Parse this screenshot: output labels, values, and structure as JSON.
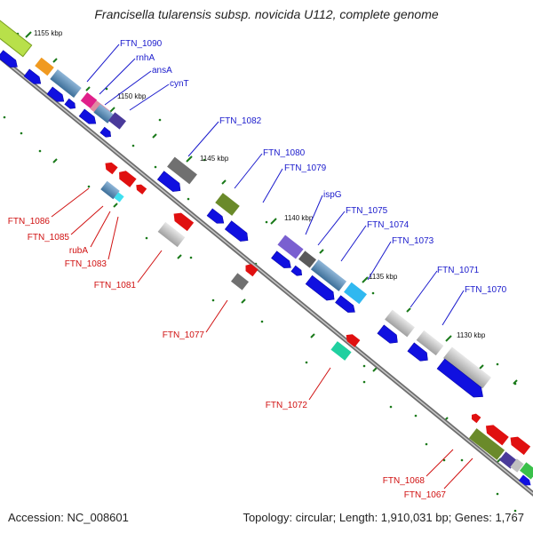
{
  "title": "Francisella tularensis subsp. novicida U112, complete genome",
  "accession_text": "Accession: NC_008601",
  "topology_text": "Topology: circular; Length: 1,910,031 bp; Genes: 1,767",
  "kbp_ticks": [
    "1155 kbp",
    "1150 kbp",
    "1145 kbp",
    "1140 kbp",
    "1135 kbp",
    "1130 kbp"
  ],
  "gene_labels_top": [
    "FTN_1090",
    "rnhA",
    "ansA",
    "cynT",
    "FTN_1082",
    "FTN_1080",
    "FTN_1079",
    "ispG",
    "FTN_1075",
    "FTN_1074",
    "FTN_1073",
    "FTN_1071",
    "FTN_1070"
  ],
  "gene_labels_bottom": [
    "FTN_1086",
    "FTN_1085",
    "rubA",
    "FTN_1083",
    "FTN_1081",
    "FTN_1077",
    "FTN_1072",
    "FTN_1068",
    "FTN_1067"
  ],
  "colors": {
    "backbone": "#8c8c8c",
    "forward_label": "#1a1acc",
    "reverse_label": "#d01010",
    "cds_blue": "#1010e0",
    "cds_red": "#e01010",
    "tick_green": "#1a7a1a"
  }
}
